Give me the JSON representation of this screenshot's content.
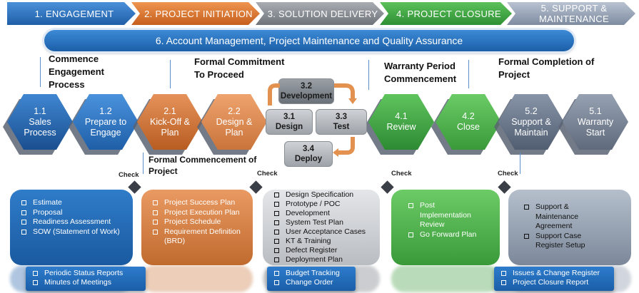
{
  "stages": [
    {
      "label": "1. ENGAGEMENT",
      "color": "#2f78c4"
    },
    {
      "label": "2. PROJECT INITIATION",
      "color": "#d9742a"
    },
    {
      "label": "3. SOLUTION DELIVERY",
      "color": "#8c9097"
    },
    {
      "label": "4. PROJECT CLOSURE",
      "color": "#3aa845"
    },
    {
      "label": "5. SUPPORT & MAINTENANCE",
      "color": "#9aa6b8"
    }
  ],
  "banner": "6. Account Management, Project Maintenance and Quality Assurance",
  "milestones": {
    "commence": "Commence Engagement Process",
    "formal_commitment": "Formal Commitment To Proceed",
    "warranty": "Warranty Period Commencement",
    "formal_completion": "Formal Completion of Project",
    "formal_commencement": "Formal Commencement of Project"
  },
  "hexes": [
    {
      "num": "1.1",
      "label": "Sales Process",
      "color": "#1f5fa8"
    },
    {
      "num": "1.2",
      "label": "Prepare to Engage",
      "color": "#2a6fbd"
    },
    {
      "num": "2.1",
      "label": "Kick-Off & Plan",
      "color": "#c96a2a"
    },
    {
      "num": "2.2",
      "label": "Design & Plan",
      "color": "#d98a50"
    },
    {
      "num": "4.1",
      "label": "Review",
      "color": "#3a9a3a"
    },
    {
      "num": "4.2",
      "label": "Close",
      "color": "#4fb34a"
    },
    {
      "num": "5.2",
      "label": "Support & Maintain",
      "color": "#6d7b90"
    },
    {
      "num": "5.1",
      "label": "Warranty Start",
      "color": "#7d8797"
    }
  ],
  "delivery": {
    "development": "3.2 Development",
    "design": "3.1 Design",
    "test": "3.3 Test",
    "deploy": "3.4 Deploy"
  },
  "check_label": "Check",
  "boxes": [
    {
      "items": [
        "Estimate",
        "Proposal",
        "Readiness Assessment",
        "SOW (Statement of Work)"
      ]
    },
    {
      "items": [
        "Project Success Plan",
        "Project Execution Plan",
        "Project Schedule",
        "Requirement Definition (BRD)"
      ]
    },
    {
      "items": [
        "Design Specification",
        "Prototype / POC",
        "Development",
        "System Test Plan",
        "User Acceptance Cases",
        "KT & Training",
        "Defect Register",
        "Deployment Plan"
      ]
    },
    {
      "items": [
        "Post Implementation Review",
        "Go Forward Plan"
      ]
    },
    {
      "items": [
        "Support & Maintenance Agreement",
        "Support Case Register Setup"
      ]
    }
  ],
  "subs": [
    {
      "items": [
        "Periodic Status Reports",
        "Minutes of Meetings"
      ]
    },
    {
      "items": [
        "Budget Tracking",
        "Change Order"
      ]
    },
    {
      "items": [
        "Issues & Change Register",
        "Project Closure Report"
      ]
    }
  ]
}
